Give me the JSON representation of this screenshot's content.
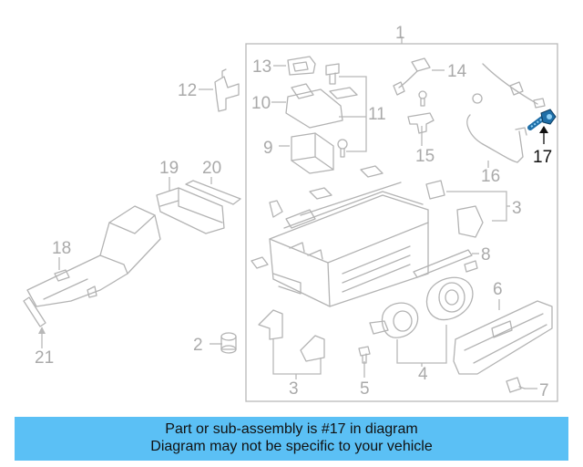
{
  "diagram": {
    "callouts": [
      "1",
      "2",
      "3",
      "4",
      "5",
      "6",
      "7",
      "8",
      "9",
      "10",
      "11",
      "12",
      "13",
      "14",
      "15",
      "16",
      "17",
      "18",
      "19",
      "20",
      "21"
    ],
    "highlighted_part": "17",
    "colors": {
      "line": "#b3b3b3",
      "callout_text": "#aaaaaa",
      "highlight_part": "#1f6fa8",
      "highlight_text": "#111111",
      "banner_background": "#5bc0f5"
    }
  },
  "banner": {
    "line1": "Part or sub-assembly is #17 in diagram",
    "line2": "Diagram may not be specific to your vehicle"
  }
}
